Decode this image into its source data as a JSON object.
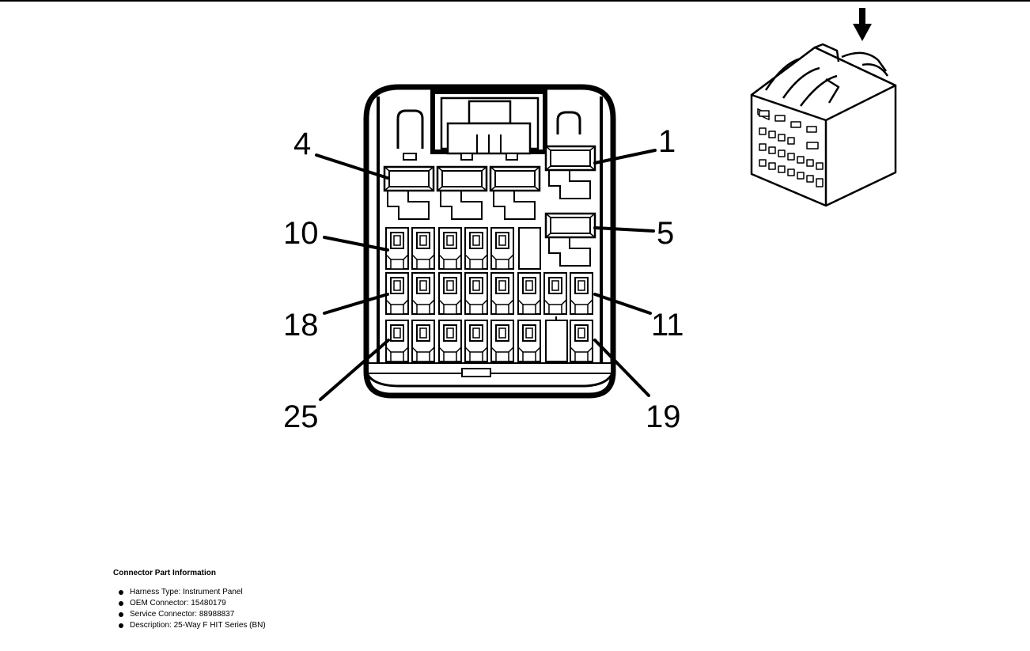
{
  "diagram": {
    "pin_labels": [
      {
        "id": "pin-1",
        "text": "1"
      },
      {
        "id": "pin-4",
        "text": "4"
      },
      {
        "id": "pin-5",
        "text": "5"
      },
      {
        "id": "pin-10",
        "text": "10"
      },
      {
        "id": "pin-11",
        "text": "11"
      },
      {
        "id": "pin-18",
        "text": "18"
      },
      {
        "id": "pin-19",
        "text": "19"
      },
      {
        "id": "pin-25",
        "text": "25"
      }
    ],
    "iso_view_icon": "connector-isometric-view",
    "direction_icon": "down-arrow-icon"
  },
  "info": {
    "title": "Connector Part Information",
    "items": [
      "Harness Type: Instrument Panel",
      "OEM Connector: 15480179",
      "Service Connector: 88988837",
      "Description: 25-Way F HIT Series (BN)"
    ]
  }
}
